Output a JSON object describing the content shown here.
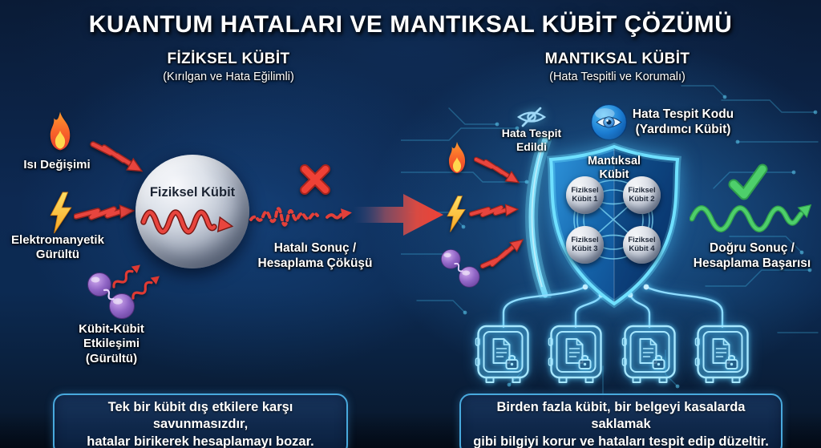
{
  "title": "KUANTUM HATALARI VE MANTIKSAL KÜBİT ÇÖZÜMÜ",
  "colors": {
    "background_dark": "#0a1b36",
    "background_mid": "#0d2952",
    "accent_cyan": "#5fd9ff",
    "error_red": "#e8453e",
    "warning_orange": "#f5a623",
    "success_green": "#4ecf6b",
    "qubit_purple": "#8a5cc0",
    "sphere_silver": "#c3cad6",
    "shield_blue": "#1e77c0",
    "text_white": "#ffffff"
  },
  "physical_section": {
    "heading": "FİZİKSEL KÜBİT",
    "subheading": "(Kırılgan ve Hata Eğilimli)",
    "threats": [
      {
        "icon": "fire-icon",
        "label": "Isı Değişimi"
      },
      {
        "icon": "lightning-icon",
        "label": "Elektromanyetik\nGürültü"
      },
      {
        "icon": "qubit-pair-icon",
        "label": "Kübit-Kübit\nEtkileşimi\n(Gürültü)"
      }
    ],
    "sphere_label": "Fiziksel Kübit",
    "failure_icon": "x-icon",
    "failure_label": "Hatalı Sonuç /\nHesaplama Çöküşü",
    "caption": "Tek bir kübit dış etkilere karşı savunmasızdır,\nhatalar birikerek hesaplamayı bozar."
  },
  "logical_section": {
    "heading": "MANTIKSAL KÜBİT",
    "subheading": "(Hata Tespitli ve Korumalı)",
    "detected_icon": "eye-slash-icon",
    "detected_label": "Hata Tespit\nEdildi",
    "code_icon": "eye-badge-icon",
    "code_label": "Hata Tespit Kodu\n(Yardımcı Kübit)",
    "shield_label": "Mantıksal\nKübit",
    "inner_qubits": [
      {
        "label": "Fiziksel\nKübit 1"
      },
      {
        "label": "Fiziksel\nKübit 2"
      },
      {
        "label": "Fiziksel\nKübit 3"
      },
      {
        "label": "Fiziksel\nKübit 4"
      }
    ],
    "success_icon": "check-icon",
    "success_label": "Doğru Sonuç /\nHesaplama Başarısı",
    "safe_count": 4,
    "caption": "Birden fazla kübit, bir belgeyi kasalarda saklamak\ngibi bilgiyi korur ve hataları tespit edip düzeltir."
  }
}
